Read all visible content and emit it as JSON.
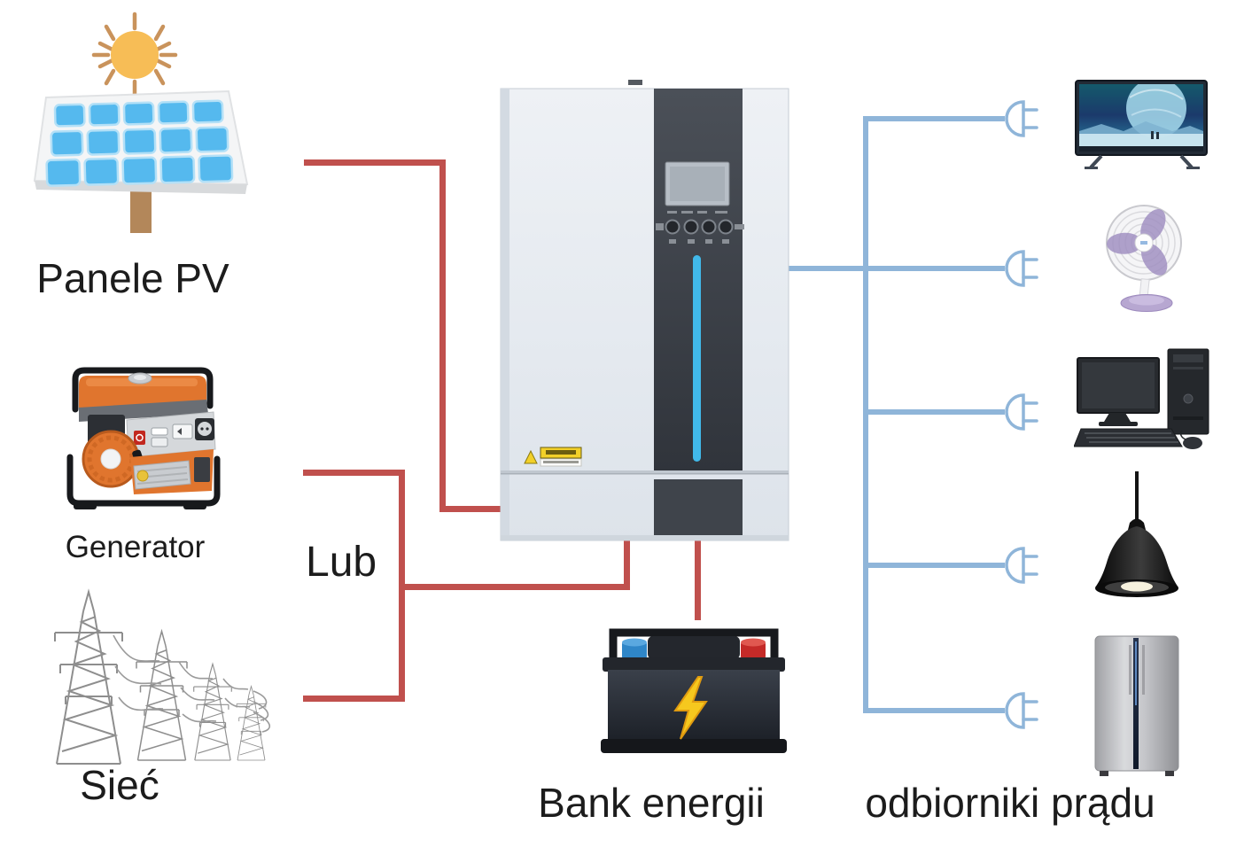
{
  "diagram": {
    "labels": {
      "pv": "Panele PV",
      "generator": "Generator",
      "grid": "Sieć",
      "or": "Lub",
      "battery": "Bank energii",
      "loads": "odbiorniki prądu"
    },
    "nodes": {
      "sources": [
        "Panele PV",
        "Generator",
        "Sieć"
      ],
      "center": "inverter",
      "storage": "Bank energii",
      "load_icons": [
        "tv",
        "desk-fan",
        "desktop-computer",
        "pendant-lamp",
        "refrigerator"
      ],
      "plug_icon_count": 5
    },
    "connections": [
      {
        "from": "Panele PV",
        "to": "inverter",
        "line_color": "#c0504d"
      },
      {
        "from": "Generator",
        "to": "inverter",
        "line_color": "#c0504d",
        "via_label": "Lub"
      },
      {
        "from": "Sieć",
        "to": "inverter",
        "line_color": "#c0504d",
        "via_label": "Lub"
      },
      {
        "from": "inverter",
        "to": "Bank energii",
        "line_color": "#c0504d"
      },
      {
        "from": "inverter",
        "to": "odbiorniki prądu",
        "line_color": "#8fb5d9"
      }
    ],
    "colors": {
      "source_line": "#c0504d",
      "load_line": "#8fb5d9",
      "inverter_led": "#41b9ea",
      "background": "#ffffff"
    }
  }
}
